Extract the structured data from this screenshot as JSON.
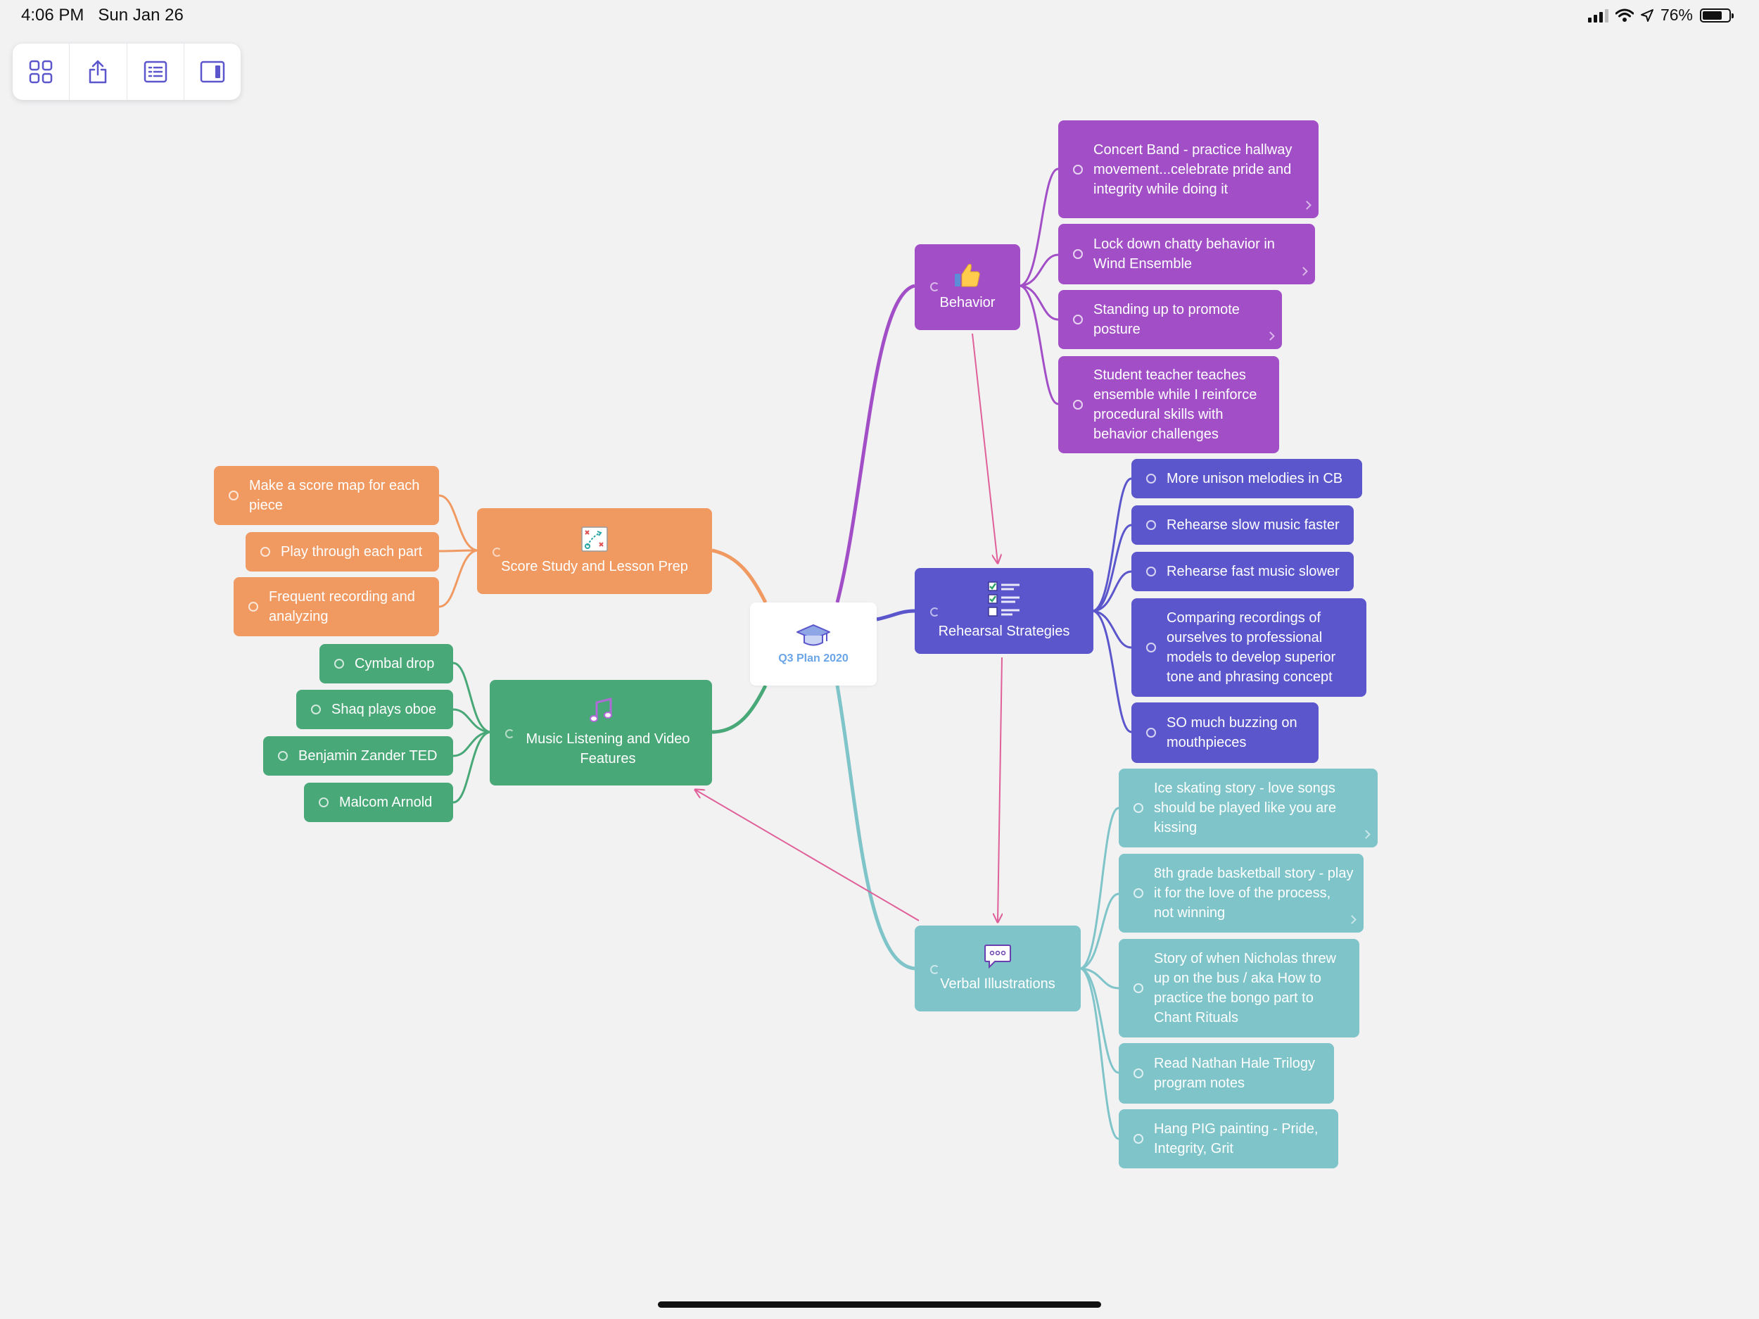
{
  "status_bar": {
    "time": "4:06 PM",
    "date": "Sun Jan 26",
    "battery_label": "76%",
    "battery_level": 0.76,
    "icons": [
      "cellular-signal-icon",
      "wifi-icon",
      "location-arrow-icon",
      "battery-icon"
    ]
  },
  "toolbar": {
    "buttons": [
      {
        "name": "grid-view",
        "icon": "grid-icon"
      },
      {
        "name": "share",
        "icon": "share-icon"
      },
      {
        "name": "outline-view",
        "icon": "outline-list-icon"
      },
      {
        "name": "sidebar-toggle",
        "icon": "sidebar-icon"
      }
    ]
  },
  "mindmap": {
    "center": {
      "title": "Q3 Plan 2020",
      "icon": "graduation-cap-icon"
    },
    "branches": [
      {
        "id": "behavior",
        "title": "Behavior",
        "icon": "thumbs-up-icon",
        "color": "#a24fc7",
        "children": [
          "Concert Band - practice hallway movement...celebrate pride and integrity while doing it",
          "Lock down chatty behavior in Wind Ensemble",
          "Standing up to promote posture",
          "Student teacher teaches ensemble while I reinforce procedural skills with behavior challenges"
        ]
      },
      {
        "id": "rehearsal",
        "title": "Rehearsal Strategies",
        "icon": "checklist-icon",
        "color": "#5b56cc",
        "children": [
          "More unison melodies in CB",
          "Rehearse slow music faster",
          "Rehearse fast music slower",
          "Comparing recordings of ourselves to professional models to develop superior tone and phrasing concept",
          "SO much buzzing on mouthpieces"
        ]
      },
      {
        "id": "verbal",
        "title": "Verbal Illustrations",
        "icon": "speech-bubble-icon",
        "color": "#7ec4c9",
        "children": [
          "Ice skating story - love songs should be played like you are kissing",
          "8th grade basketball story - play it for the love of the process, not winning",
          "Story of when Nicholas threw up on the bus / aka How to practice the bongo part to Chant Rituals",
          "Read Nathan Hale Trilogy program notes",
          "Hang PIG painting - Pride, Integrity, Grit"
        ]
      },
      {
        "id": "score",
        "title": "Score Study and Lesson Prep",
        "icon": "strategy-board-icon",
        "color": "#f09a62",
        "children": [
          "Make a score map for each piece",
          "Play through each part",
          "Frequent recording and analyzing"
        ]
      },
      {
        "id": "music",
        "title": "Music Listening and Video Features",
        "icon": "music-note-icon",
        "color": "#49a877",
        "children": [
          "Cymbal drop",
          "Shaq plays oboe",
          "Benjamin Zander TED",
          "Malcom Arnold"
        ]
      }
    ]
  }
}
